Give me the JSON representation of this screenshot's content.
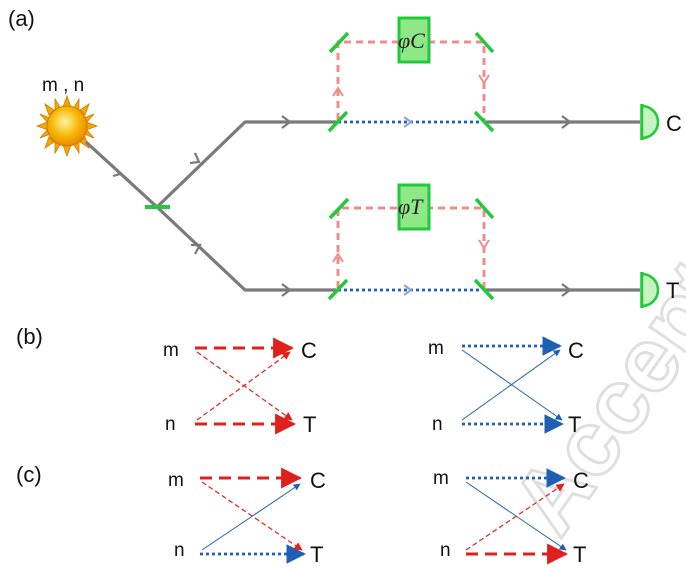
{
  "panel_a": {
    "label": "(a)",
    "source_label": "m , n",
    "phase_c": "φC",
    "phase_t": "φT",
    "detector_c": "C",
    "detector_t": "T"
  },
  "panel_b": {
    "label": "(b)",
    "left": {
      "top_label": "m",
      "bottom_label": "n",
      "top_target": "C",
      "bottom_target": "T"
    },
    "right": {
      "top_label": "m",
      "bottom_label": "n",
      "top_target": "C",
      "bottom_target": "T"
    }
  },
  "panel_c": {
    "label": "(c)",
    "left": {
      "top_label": "m",
      "bottom_label": "n",
      "top_target": "C",
      "bottom_target": "T"
    },
    "right": {
      "top_label": "m",
      "bottom_label": "n",
      "top_target": "C",
      "bottom_target": "T"
    }
  },
  "watermark": "Accepted manuscript",
  "colors": {
    "beam": "#7a7a7a",
    "mirror": "#22c93a",
    "detector_fill": "#c8f2c0",
    "red_dash": "#e0201a",
    "pink_dash": "#f08c8c",
    "blue_dot": "#1f5fb4",
    "sun": "#f5a800"
  }
}
